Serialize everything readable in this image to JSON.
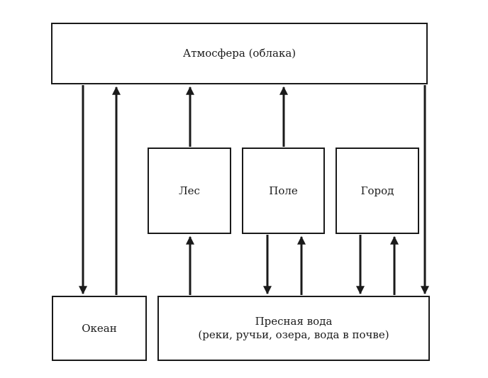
{
  "nodes": {
    "atmosphere": "Атмосфера (облака)",
    "forest": "Лес",
    "field": "Поле",
    "city": "Город",
    "ocean": "Океан",
    "freshwater_line1": "Пресная вода",
    "freshwater_line2": "(реки, ручьи, озера, вода в почве)"
  },
  "edges": [
    {
      "from": "atmosphere",
      "to": "ocean"
    },
    {
      "from": "ocean",
      "to": "atmosphere"
    },
    {
      "from": "forest",
      "to": "atmosphere"
    },
    {
      "from": "field",
      "to": "atmosphere"
    },
    {
      "from": "atmosphere",
      "to": "freshwater"
    },
    {
      "from": "freshwater",
      "to": "forest"
    },
    {
      "from": "field",
      "to": "freshwater"
    },
    {
      "from": "freshwater",
      "to": "field"
    },
    {
      "from": "city",
      "to": "freshwater"
    },
    {
      "from": "freshwater",
      "to": "city"
    }
  ],
  "colors": {
    "stroke": "#1a1a1a",
    "background": "#ffffff"
  }
}
